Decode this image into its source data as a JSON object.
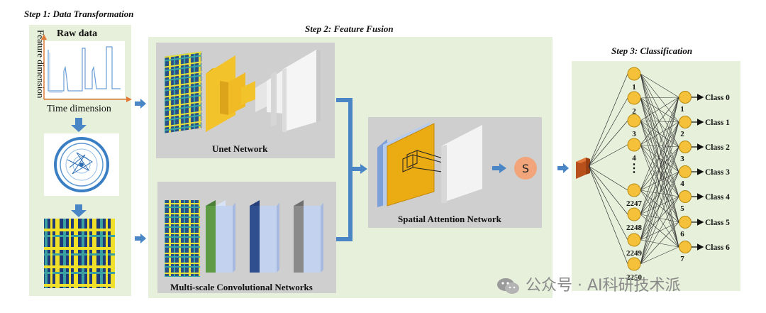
{
  "step1": {
    "title": "Step 1: Data Transformation",
    "raw_data_label": "Raw data",
    "y_axis_label": "Feature dimension",
    "x_axis_label": "Time dimension"
  },
  "step2": {
    "title": "Step 2: Feature Fusion",
    "unet_label": "Unet Network",
    "multiscale_label": "Multi-scale Convolutional Networks",
    "attention_label": "Spatial Attention Network",
    "s_symbol": "S"
  },
  "step3": {
    "title": "Step 3: Classification",
    "hidden_labels": [
      "1",
      "2",
      "3",
      "4",
      "2247",
      "2248",
      "2249",
      "2250"
    ],
    "output_numbers": [
      "1",
      "2",
      "3",
      "4",
      "5",
      "6",
      "7"
    ],
    "class_labels": [
      "Class 0",
      "Class 1",
      "Class 2",
      "Class 3",
      "Class 4",
      "Class 5",
      "Class 6"
    ]
  },
  "watermark": {
    "text": "公众号 · AI科研技术派"
  },
  "colors": {
    "panel_green": "#e6f0da",
    "panel_gray": "#cfcfcf",
    "arrow_blue": "#4a86c6",
    "node_fill": "#f5c13a",
    "node_stroke": "#b58a10",
    "s_circle": "#f2a57a",
    "unet_yellow": "#f3c32b",
    "green_block": "#5f9b45",
    "navy_block": "#2f4f8f",
    "gray_block": "#8a8a8a",
    "lightblue_block": "#b9c9ea"
  }
}
